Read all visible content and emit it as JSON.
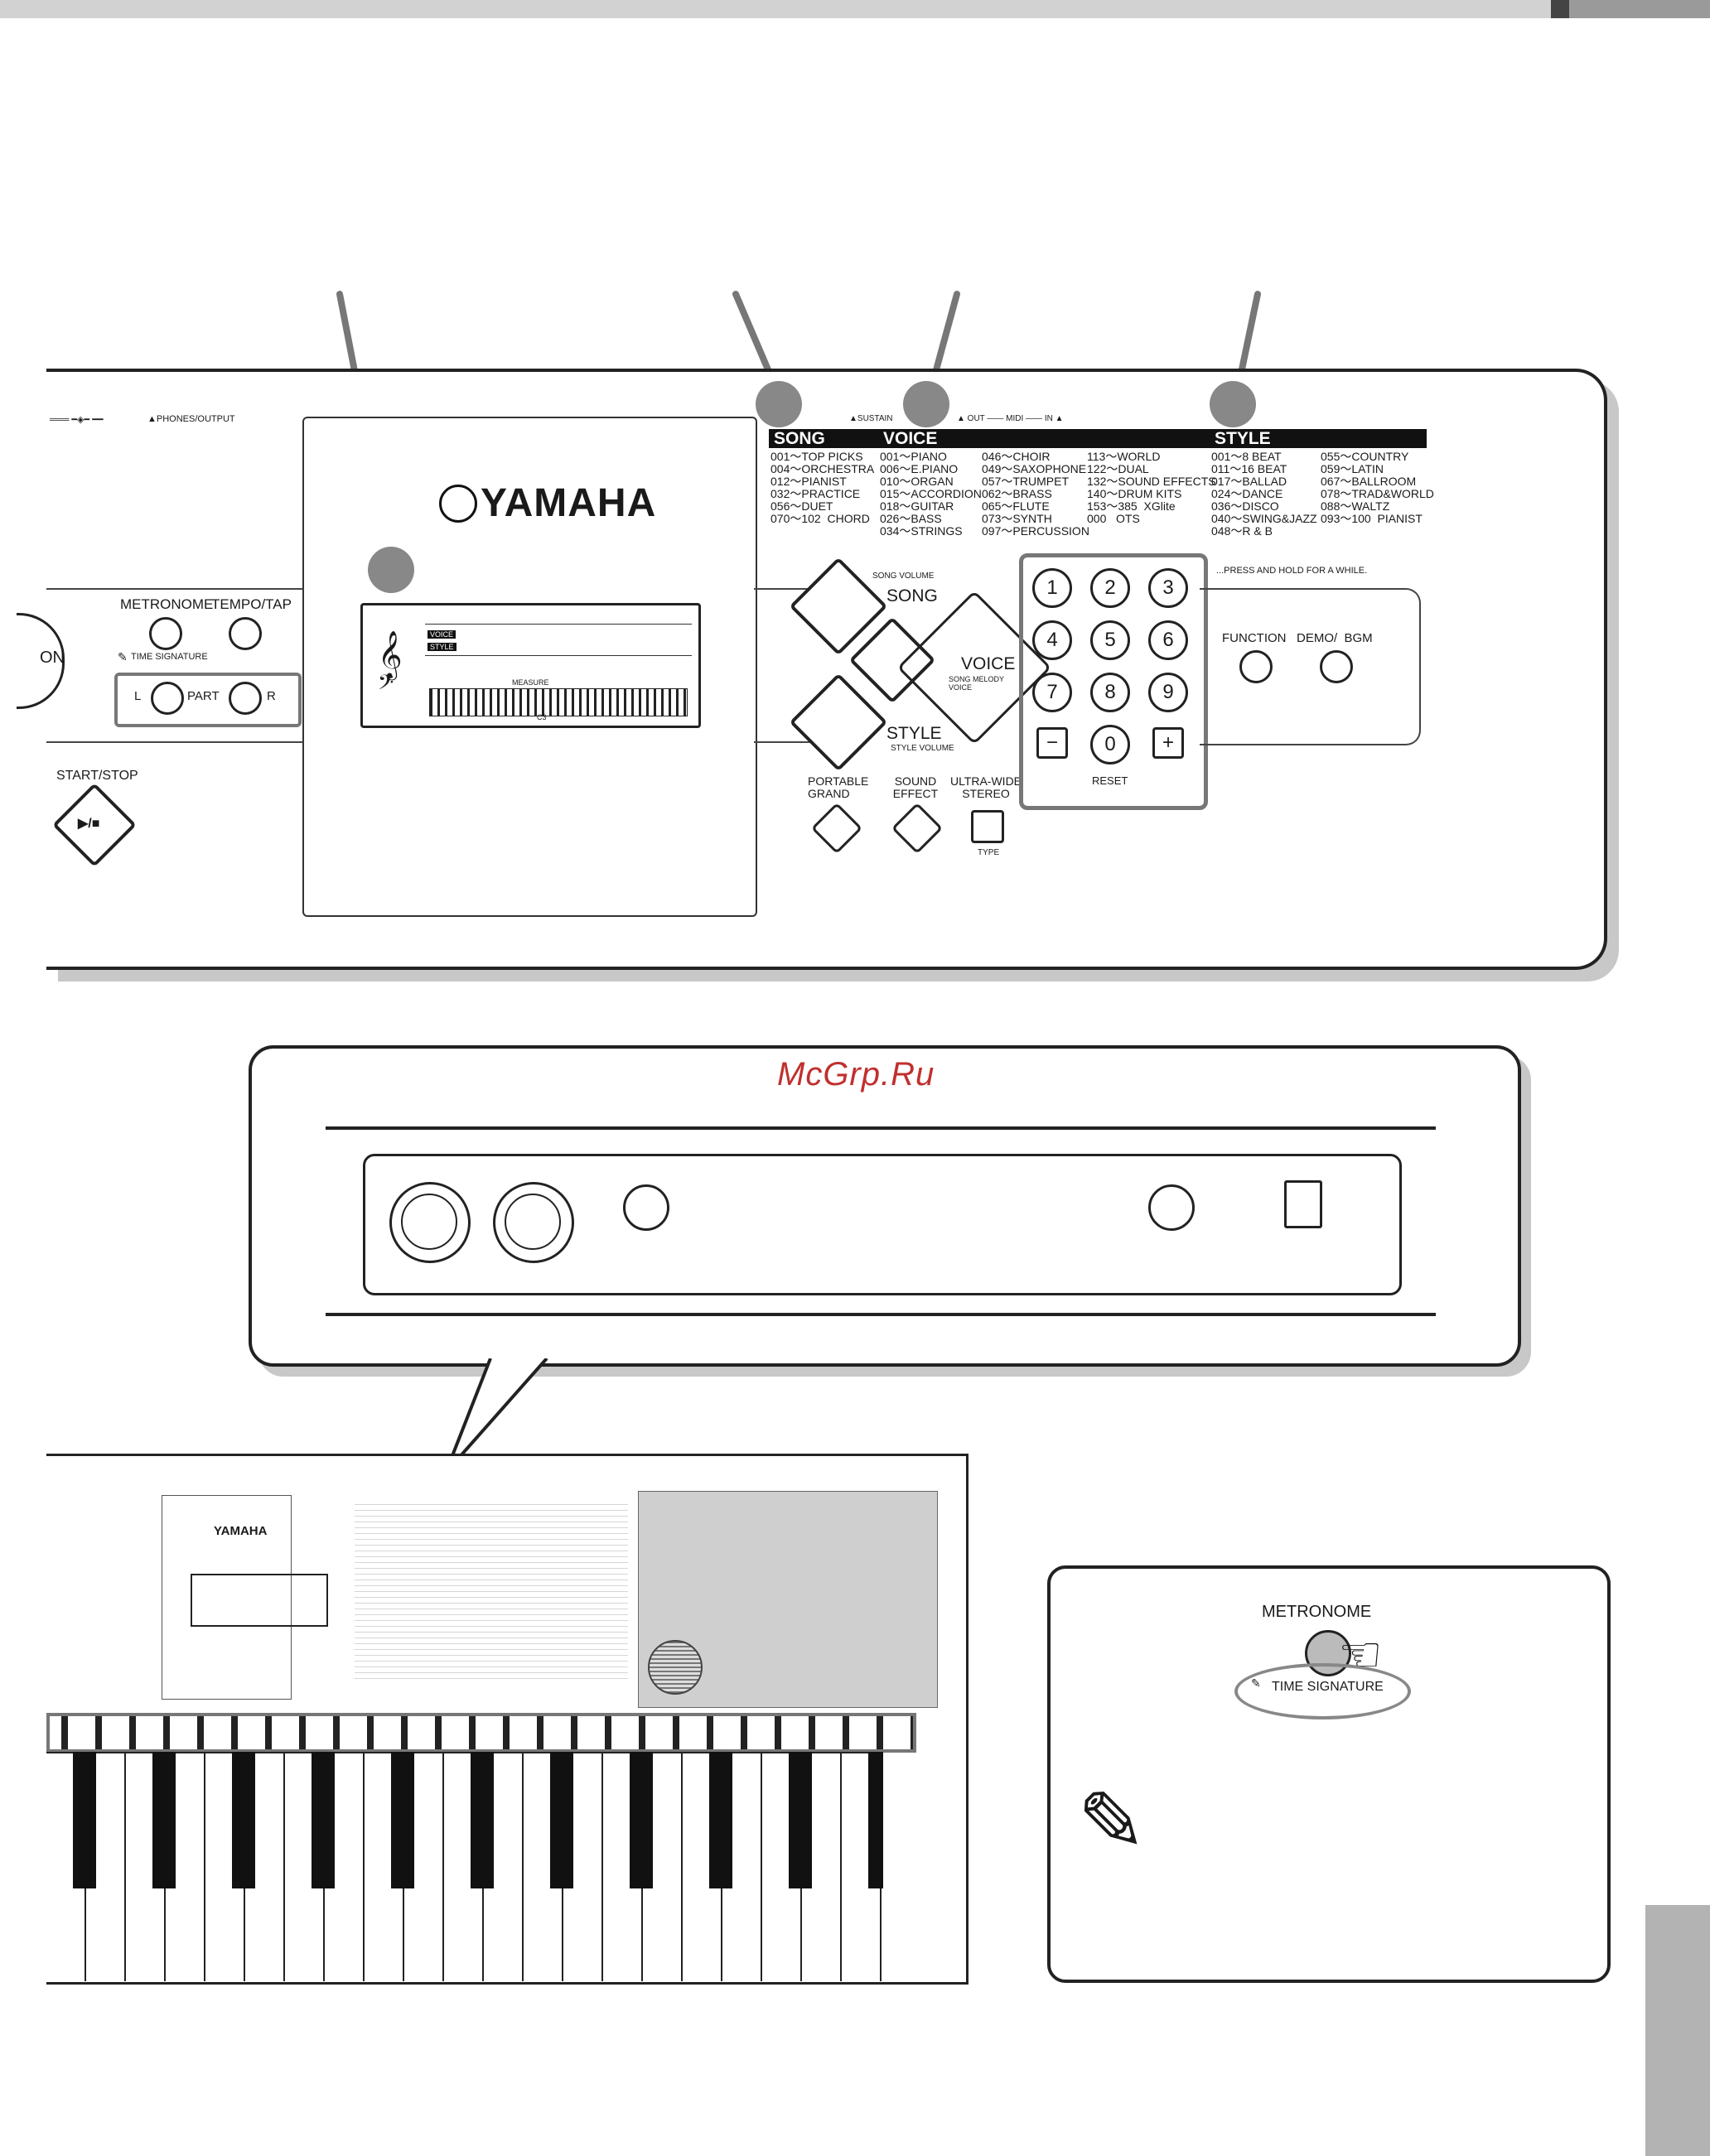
{
  "brand": "YAMAHA",
  "watermark": "McGrp.Ru",
  "jacks": {
    "phones_output": "▲PHONES/OUTPUT",
    "sustain": "▲SUSTAIN",
    "midi": "▲ OUT —— MIDI —— IN ▲"
  },
  "lcd": {
    "voice_tag": "VOICE",
    "style_tag": "STYLE",
    "measure": "MEASURE",
    "c3": "C3"
  },
  "song": {
    "header": "SONG",
    "lines": "001～TOP PICKS\n004～ORCHESTRA\n012～PIANIST\n032～PRACTICE\n056～DUET\n070～102  CHORD"
  },
  "voice": {
    "header": "VOICE",
    "col1": "001～PIANO\n006～E.PIANO\n010～ORGAN\n015～ACCORDION\n018～GUITAR\n026～BASS\n034～STRINGS",
    "col2": "046～CHOIR\n049～SAXOPHONE\n057～TRUMPET\n062～BRASS\n065～FLUTE\n073～SYNTH\n097～PERCUSSION",
    "col3": "113～WORLD\n122～DUAL\n132～SOUND EFFECTS\n140～DRUM KITS\n153～385  XGlite\n000   OTS"
  },
  "style": {
    "header": "STYLE",
    "col1": "001～8 BEAT\n011～16 BEAT\n017～BALLAD\n024～DANCE\n036～DISCO\n040～SWING&JAZZ\n048～R & B",
    "col2": "055～COUNTRY\n059～LATIN\n067～BALLROOM\n078～TRAD&WORLD\n088～WALTZ\n093～100  PIANIST"
  },
  "left_controls": {
    "metronome": "METRONOME",
    "tempo_tap": "TEMPO/TAP",
    "time_signature": "TIME SIGNATURE",
    "l": "L",
    "part": "PART",
    "r": "R",
    "start_stop": "START/STOP",
    "start_stop_symbol": "▶/■",
    "partial_on": "ON"
  },
  "mode_buttons": {
    "song_volume": "SONG VOLUME",
    "song": "SONG",
    "voice": "VOICE",
    "song_melody_voice": "SONG MELODY VOICE",
    "style": "STYLE",
    "style_volume": "STYLE VOLUME",
    "portable_grand": "PORTABLE GRAND",
    "sound_effect": "SOUND EFFECT",
    "ultra_wide_stereo": "ULTRA-WIDE STEREO",
    "type": "TYPE"
  },
  "keypad": {
    "keys": [
      "1",
      "2",
      "3",
      "4",
      "5",
      "6",
      "7",
      "8",
      "9",
      "−",
      "0",
      "+"
    ],
    "reset": "RESET"
  },
  "right_controls": {
    "press_hold": "...PRESS AND HOLD FOR A WHILE.",
    "function": "FUNCTION",
    "demo_bgm": "DEMO/  BGM"
  },
  "sidebox": {
    "metronome": "METRONOME",
    "time_signature": "TIME SIGNATURE"
  }
}
